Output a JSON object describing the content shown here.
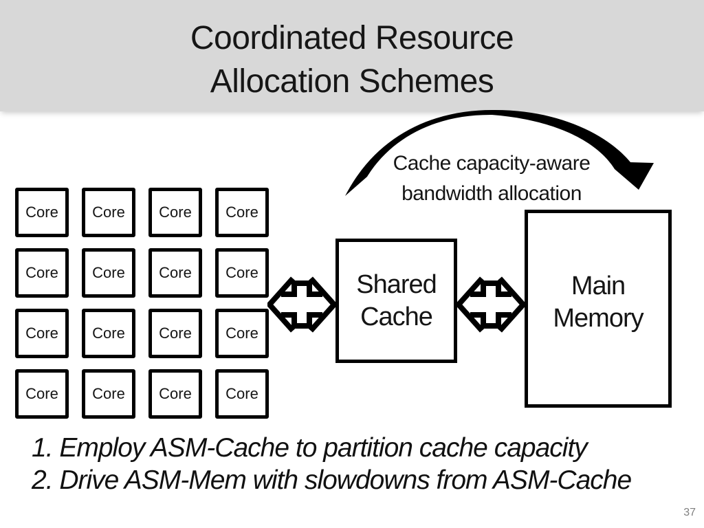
{
  "title": {
    "line1": "Coordinated Resource",
    "line2": "Allocation Schemes"
  },
  "annotation": {
    "line1": "Cache capacity-aware",
    "line2": "bandwidth allocation"
  },
  "cores": [
    "Core",
    "Core",
    "Core",
    "Core",
    "Core",
    "Core",
    "Core",
    "Core",
    "Core",
    "Core",
    "Core",
    "Core",
    "Core",
    "Core",
    "Core",
    "Core"
  ],
  "shared_cache": {
    "line1": "Shared",
    "line2": "Cache"
  },
  "main_memory": {
    "line1": "Main",
    "line2": "Memory"
  },
  "notes": [
    "1. Employ ASM-Cache to partition cache capacity",
    "2. Drive ASM-Mem with slowdowns from ASM-Cache"
  ],
  "page_number": "37",
  "colors": {
    "header_bg": "#d8d8d8",
    "text": "#111111",
    "shape_stroke": "#000000",
    "page_number": "#7f7f7f"
  }
}
